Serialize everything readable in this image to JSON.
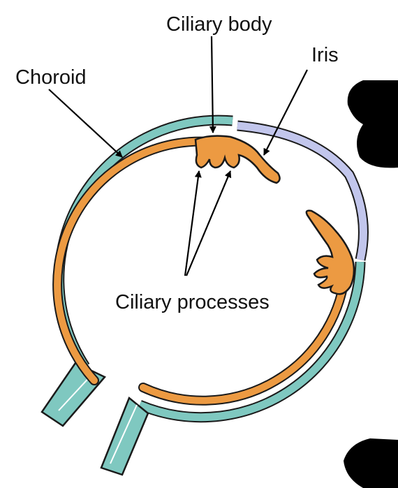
{
  "labels": {
    "ciliary_body": "Ciliary body",
    "iris": "Iris",
    "choroid": "Choroid",
    "ciliary_processes": "Ciliary processes"
  },
  "colors": {
    "sclera": "#7fc8c0",
    "cornea": "#c2c6ec",
    "choroid": "#ec9a42",
    "outline": "#1a1a1a",
    "text": "#111111",
    "background": "#ffffff"
  }
}
